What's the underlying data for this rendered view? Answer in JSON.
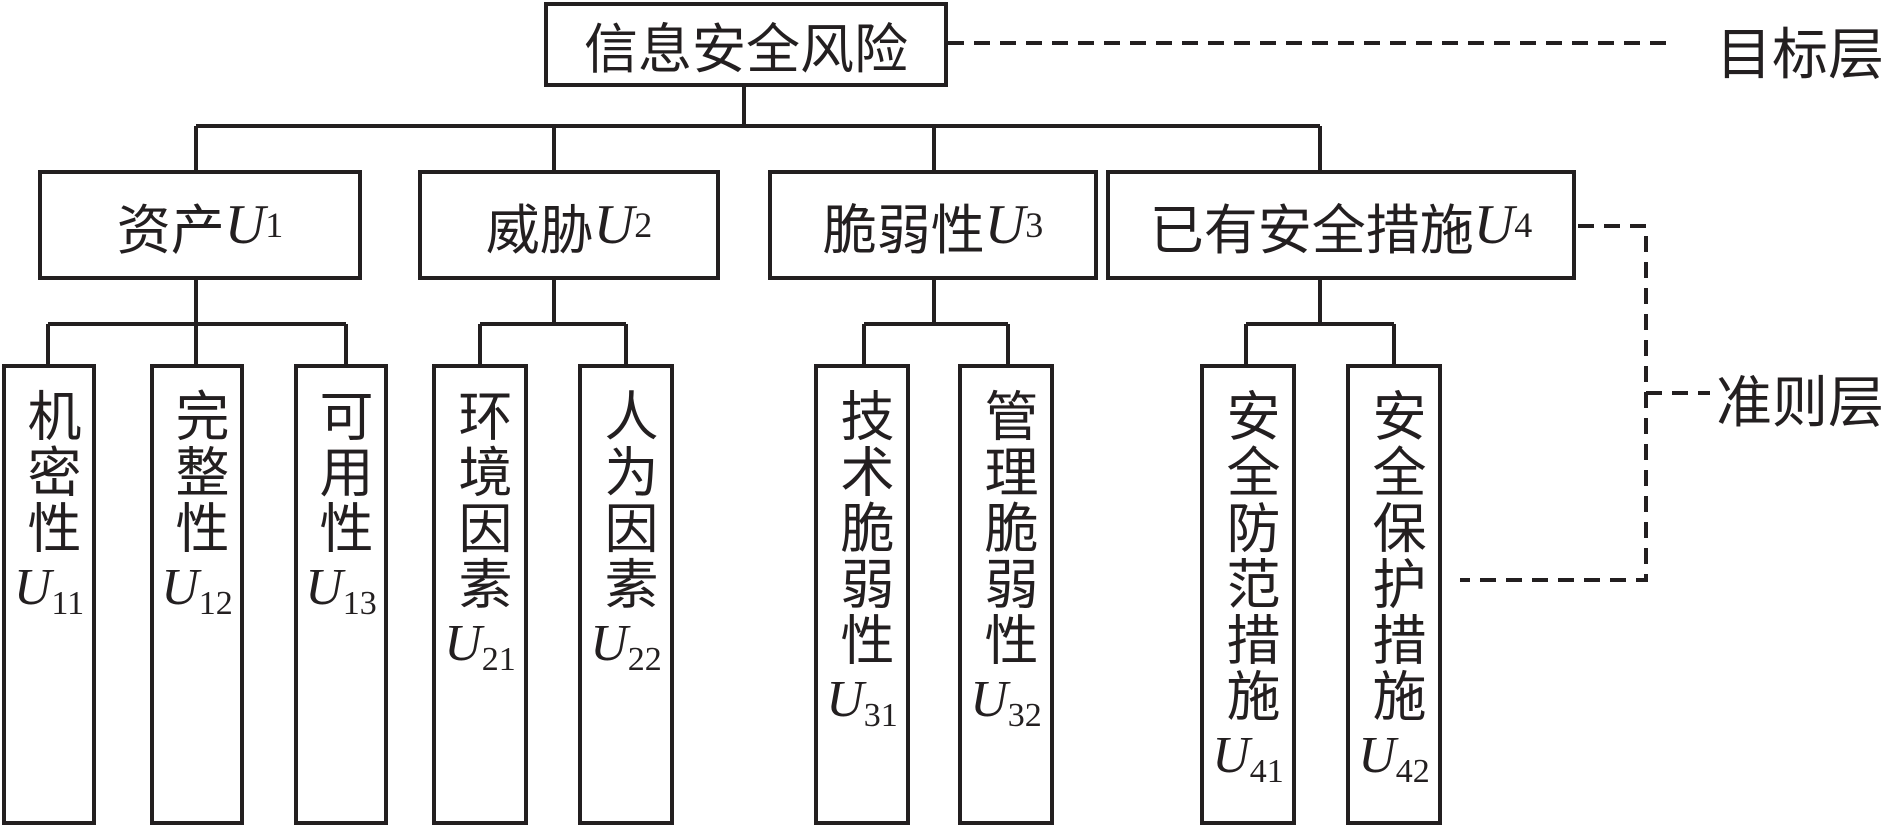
{
  "root": {
    "label": "信息安全风险"
  },
  "layers": {
    "goal": "目标层",
    "criteria": "准则层"
  },
  "criteria": [
    {
      "label": "资产",
      "code": "U",
      "sub": "1"
    },
    {
      "label": "威胁",
      "code": "U",
      "sub": "2"
    },
    {
      "label": "脆弱性",
      "code": "U",
      "sub": "3"
    },
    {
      "label": "已有安全措施",
      "code": "U",
      "sub": "4"
    }
  ],
  "leaves": [
    {
      "label": "机密性",
      "code": "U",
      "sub": "11"
    },
    {
      "label": "完整性",
      "code": "U",
      "sub": "12"
    },
    {
      "label": "可用性",
      "code": "U",
      "sub": "13"
    },
    {
      "label": "环境因素",
      "code": "U",
      "sub": "21"
    },
    {
      "label": "人为因素",
      "code": "U",
      "sub": "22"
    },
    {
      "label": "技术脆弱性",
      "code": "U",
      "sub": "31"
    },
    {
      "label": "管理脆弱性",
      "code": "U",
      "sub": "32"
    },
    {
      "label": "安全防范措施",
      "code": "U",
      "sub": "41"
    },
    {
      "label": "安全保护措施",
      "code": "U",
      "sub": "42"
    }
  ]
}
